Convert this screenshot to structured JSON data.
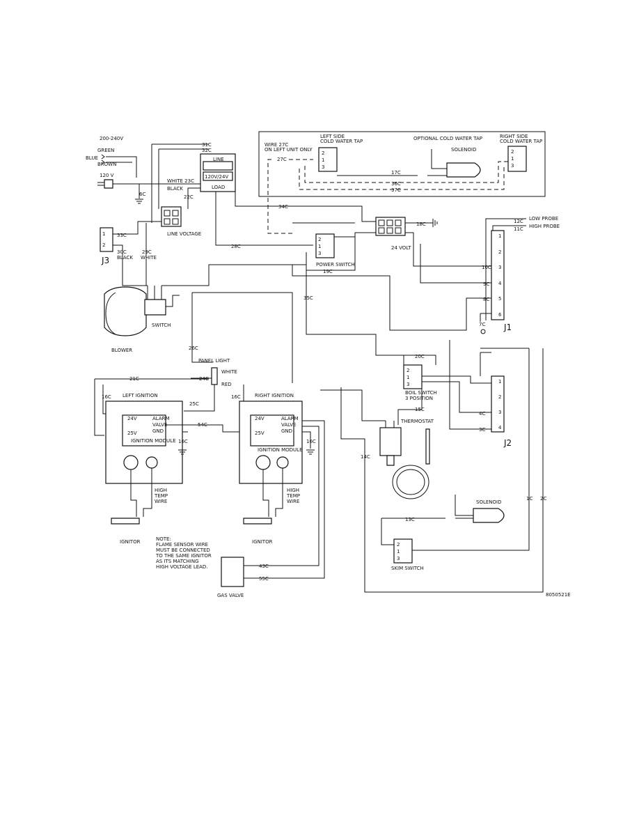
{
  "labels": {
    "supply_240": "200-240V",
    "green": "GREEN",
    "blue": "BLUE",
    "brown": "BROWN",
    "supply_120": "120 V",
    "w31c": "31C",
    "w32c": "32C",
    "transformer_line": "LINE",
    "transformer_rating": "120V/24V",
    "transformer_load": "LOAD",
    "white23c": "WHITE 23C",
    "black": "BLACK",
    "w22c": "22C",
    "w6c": "6C",
    "line_voltage": "LINE VOLTAGE",
    "w33c": "33C",
    "j3": "J3",
    "w30c": "30C",
    "black2": "BLACK",
    "w29c": "29C",
    "white2": "WHITE",
    "wire27_note1": "WIRE 27C",
    "wire27_note2": "ON LEFT UNIT ONLY",
    "w27c": "27C",
    "left_tap1": "LEFT SIDE",
    "left_tap2": "COLD WATER TAP",
    "optional_tap": "OPTIONAL COLD WATER TAP",
    "solenoid_top": "SOLENOID",
    "right_tap1": "RIGHT SIDE",
    "right_tap2": "COLD WATER TAP",
    "w17c": "17C",
    "w36c": "36C",
    "w37c": "37C",
    "w34c": "34C",
    "w18c": "18C",
    "w28c": "28C",
    "power_switch": "POWER SWITCH",
    "w19c": "19C",
    "twentyfour_volt": "24 VOLT",
    "low_probe": "LOW PROBE",
    "high_probe": "HIGH PROBE",
    "w12c": "12C",
    "w11c": "11C",
    "w10c": "10C",
    "w9c": "9C",
    "w8c": "8C",
    "w7c": "7C",
    "j1": "J1",
    "w35c": "35C",
    "blower": "BLOWER",
    "switch": "SWITCH",
    "w26c": "26C",
    "panel_light": "PANEL LIGHT",
    "white3": "WHITE",
    "red": "RED",
    "w24c": "24C",
    "w21c": "21C",
    "w25c": "25C",
    "w16c_a": "16C",
    "left_ignition": "LEFT IGNITION",
    "w16c_b": "16C",
    "right_ignition": "RIGHT IGNITION",
    "w54c": "54C",
    "w16c_c": "16C",
    "w16c_d": "16C",
    "ignition_module": "IGNITION MODULE",
    "high1": "HIGH",
    "temp1": "TEMP",
    "wire1": "WIRE",
    "high2": "HIGH",
    "temp2": "TEMP",
    "wire2": "WIRE",
    "ignitor1": "IGNITOR",
    "ignitor2": "IGNITOR",
    "note1": "NOTE:",
    "note2": "FLAME SENSOR WIRE",
    "note3": "MUST BE CONNECTED",
    "note4": "TO THE SAME IGNITOR",
    "note5": "AS ITS MATCHING",
    "note6": "HIGH VOLTAGE LEAD.",
    "w43c": "43C",
    "w55c": "55C",
    "gas_valve": "GAS VALVE",
    "w20c": "20C",
    "boil1": "BOIL SWITCH",
    "boil2": "3 POSITION",
    "w15c": "15C",
    "thermostat": "THERMOSTAT",
    "w4c": "4C",
    "w3c": "3C",
    "j2": "J2",
    "w14c": "14C",
    "solenoid_bottom": "SOLENOID",
    "w13c": "13C",
    "w1c": "1C",
    "w2c": "2C",
    "skim_switch": "SKIM SWITCH",
    "drawing_no": "8050521E",
    "p24v": "24V",
    "p25v": "25V",
    "alarm": "ALARM",
    "valve": "VALVE",
    "gnd": "GND"
  }
}
